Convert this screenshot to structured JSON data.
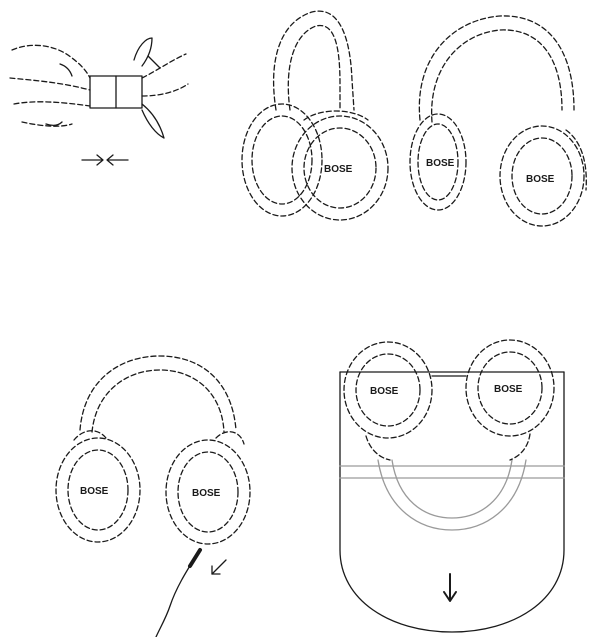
{
  "figure": {
    "panels": [
      {
        "id": "fold-hinge",
        "arrows": [
          "→",
          "←"
        ]
      },
      {
        "id": "headphones-folded-side"
      },
      {
        "id": "headphones-open-angle"
      },
      {
        "id": "headphones-with-cable"
      },
      {
        "id": "headphones-in-case"
      }
    ],
    "brand_label": "BOSE",
    "line_color": "#1a1a1a",
    "fade_color": "#9a9a9a"
  }
}
